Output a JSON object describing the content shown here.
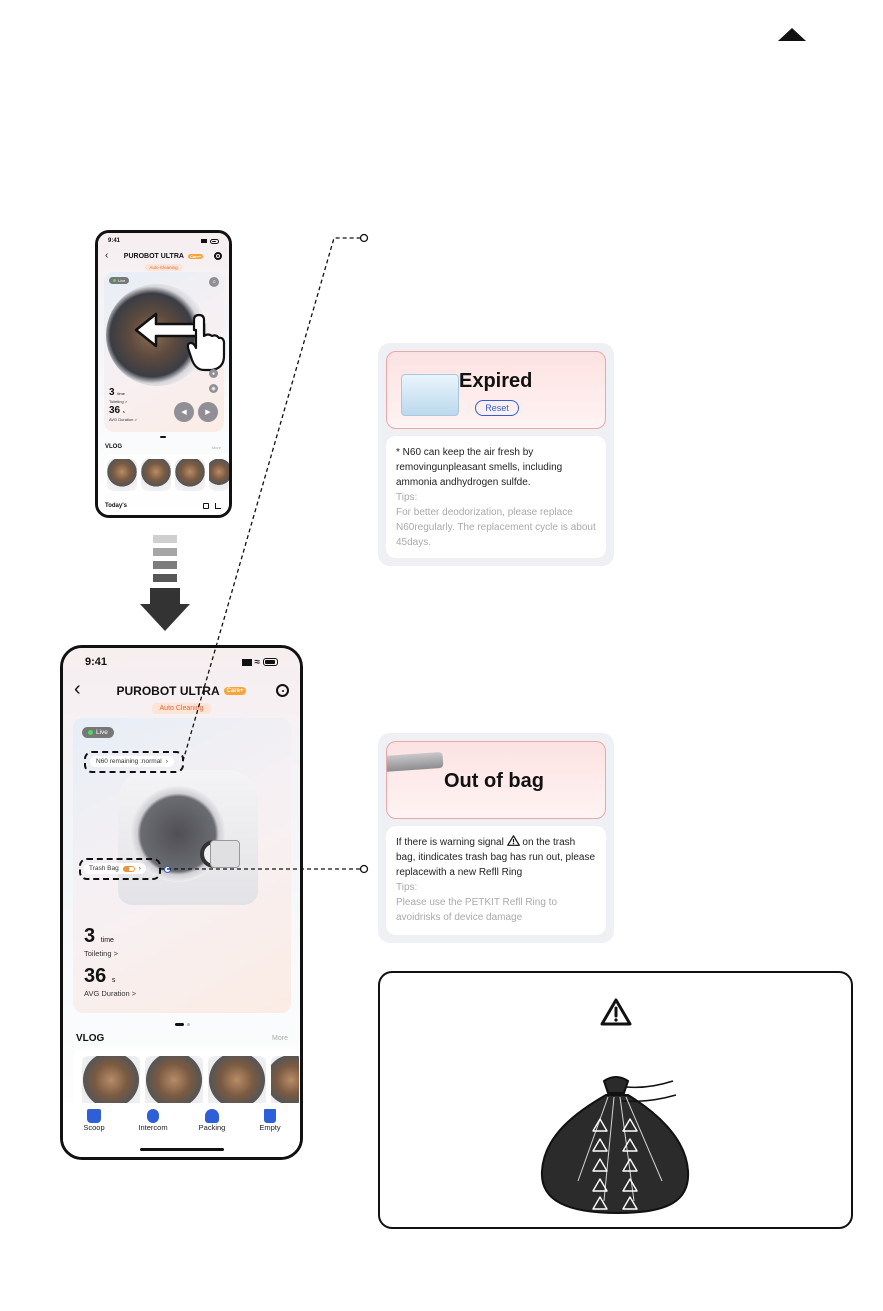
{
  "phone_small": {
    "time": "9:41",
    "title": "PUROBOT ULTRA",
    "badge": "Care+",
    "status": "Auto Cleaning",
    "live": "Live",
    "toileting_num": "3",
    "toileting_unit": "time",
    "toileting_label": "Toileting >",
    "duration_num": "36",
    "duration_unit": "s",
    "duration_label": "AVG Duration >",
    "vlog": "VLOG",
    "more": "More",
    "today": "Today's"
  },
  "phone_big": {
    "time": "9:41",
    "title": "PUROBOT ULTRA",
    "badge": "Care+",
    "status": "Auto Cleaning",
    "live": "Live",
    "n60_chip": "N60 remaining :normal",
    "trash_chip": "Trash Bag",
    "toileting_num": "3",
    "toileting_unit": "time",
    "toileting_label": "Toileting >",
    "duration_num": "36",
    "duration_unit": "s",
    "duration_label": "AVG Duration >",
    "vlog": "VLOG",
    "more": "More",
    "tabs": [
      "Scoop",
      "Intercom",
      "Packing",
      "Empty"
    ]
  },
  "card_expired": {
    "headline": "Expired",
    "button": "Reset",
    "body": "* N60 can keep the air fresh by removingunpleasant smells, including ammonia andhydrogen sulfde.",
    "tips_label": "Tips:",
    "tips": "For better deodorization, please replace N60regularly. The replacement cycle is about 45days."
  },
  "card_bag": {
    "headline": "Out of bag",
    "body_pre": "If there is warning signal",
    "body_post": "on the trash bag, itindicates trash bag has run out, please replacewith a new Refll Ring",
    "tips_label": "Tips:",
    "tips": "Please use the PETKIT Refll Ring to avoidrisks of device damage"
  },
  "colors": {
    "accent": "#2f5fd6",
    "warning_red": "#e9a7aa",
    "care_badge": "#f7a53a"
  }
}
